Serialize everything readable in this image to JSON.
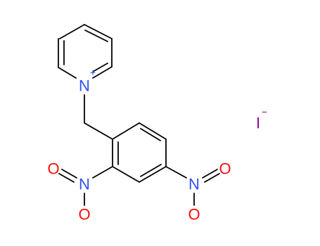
{
  "molecule": {
    "atoms": {
      "pyridinium_n": {
        "symbol": "N",
        "charge": "+"
      },
      "ortho_nitro_n": {
        "symbol": "N"
      },
      "ortho_nitro_o1": {
        "symbol": "O"
      },
      "ortho_nitro_o2": {
        "symbol": "O"
      },
      "para_nitro_n": {
        "symbol": "N"
      },
      "para_nitro_o1": {
        "symbol": "O"
      },
      "para_nitro_o2": {
        "symbol": "O"
      }
    },
    "counterion": {
      "symbol": "I",
      "charge": "−"
    }
  },
  "colors": {
    "carbon": "#000000",
    "nitrogen": "#3050f8",
    "oxygen": "#ff0d0d",
    "iodine": "#940094"
  }
}
